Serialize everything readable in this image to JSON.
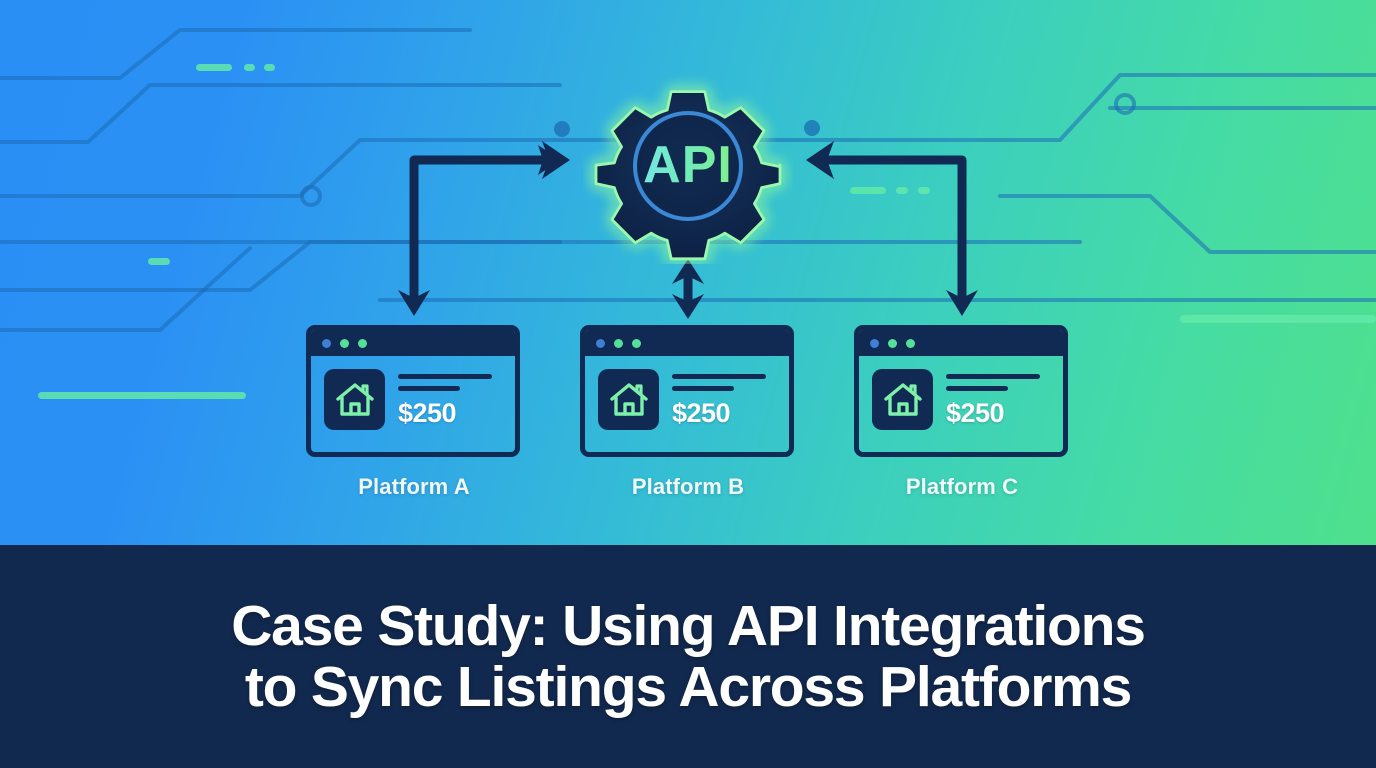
{
  "hero": {
    "hub": {
      "label": "API",
      "icon": "gear-icon",
      "glow_color": "#7df59a",
      "body_color": "#102a54"
    },
    "flow": {
      "arrow_color": "#102a54",
      "left_arrow": "arrow-to-hub-left",
      "center_arrow": "arrow-bidirectional-center",
      "right_arrow": "arrow-to-hub-right"
    },
    "background": {
      "gradient_from": "#2a8ff5",
      "gradient_to": "#4fe08c",
      "trace_color": "#1d6fb8",
      "accent_color": "#5fe6a5"
    },
    "platforms": [
      {
        "label": "Platform A",
        "price": "$250",
        "thumb_icon": "house-icon",
        "dots": [
          "#3f7fd6",
          "#54e09a",
          "#54e09a"
        ]
      },
      {
        "label": "Platform B",
        "price": "$250",
        "thumb_icon": "house-icon",
        "dots": [
          "#3f7fd6",
          "#54e09a",
          "#54e09a"
        ]
      },
      {
        "label": "Platform C",
        "price": "$250",
        "thumb_icon": "house-icon",
        "dots": [
          "#3f7fd6",
          "#54e09a",
          "#54e09a"
        ]
      }
    ]
  },
  "banner": {
    "background_color": "#12294f",
    "text_color": "#ffffff",
    "title_line1": "Case Study: Using API Integrations",
    "title_line2": "to Sync Listings Across Platforms"
  }
}
